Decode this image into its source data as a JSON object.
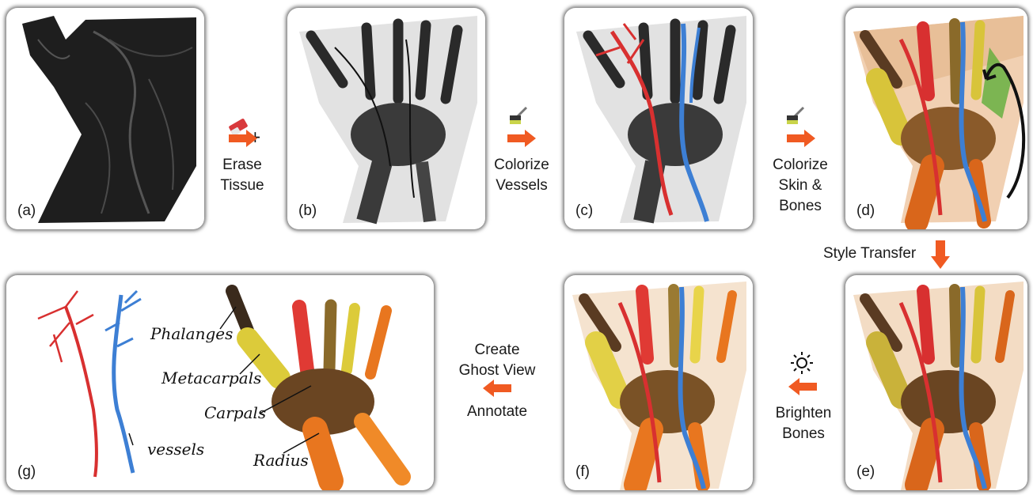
{
  "panels": [
    {
      "id": "a",
      "label": "(a)"
    },
    {
      "id": "b",
      "label": "(b)"
    },
    {
      "id": "c",
      "label": "(c)"
    },
    {
      "id": "d",
      "label": "(d)"
    },
    {
      "id": "e",
      "label": "(e)"
    },
    {
      "id": "f",
      "label": "(f)"
    },
    {
      "id": "g",
      "label": "(g)"
    }
  ],
  "steps": {
    "erase": [
      "Erase",
      "Tissue"
    ],
    "vessels": [
      "Colorize",
      "Vessels"
    ],
    "skin": [
      "Colorize",
      "Skin &",
      "Bones"
    ],
    "style": "Style Transfer",
    "brighten": [
      "Brighten",
      "Bones"
    ],
    "ghost": [
      "Create",
      "Ghost View"
    ],
    "annotate": "Annotate"
  },
  "annotations": {
    "phalanges": "Phalanges",
    "metacarpals": "Metacarpals",
    "carpals": "Carpals",
    "vessels": "vessels",
    "radius": "Radius"
  },
  "icons": {
    "eraser": "eraser-icon",
    "brush": "paint-brush-icon",
    "brighten": "sun-icon",
    "arrow": "orange-arrow-icon"
  },
  "colors": {
    "arrow": "#f05a22",
    "artery": "#d83030",
    "vein": "#3d7fd4",
    "bone_yellow": "#d8c43a",
    "bone_orange": "#d9661b",
    "skin": "#f1d0b2"
  }
}
